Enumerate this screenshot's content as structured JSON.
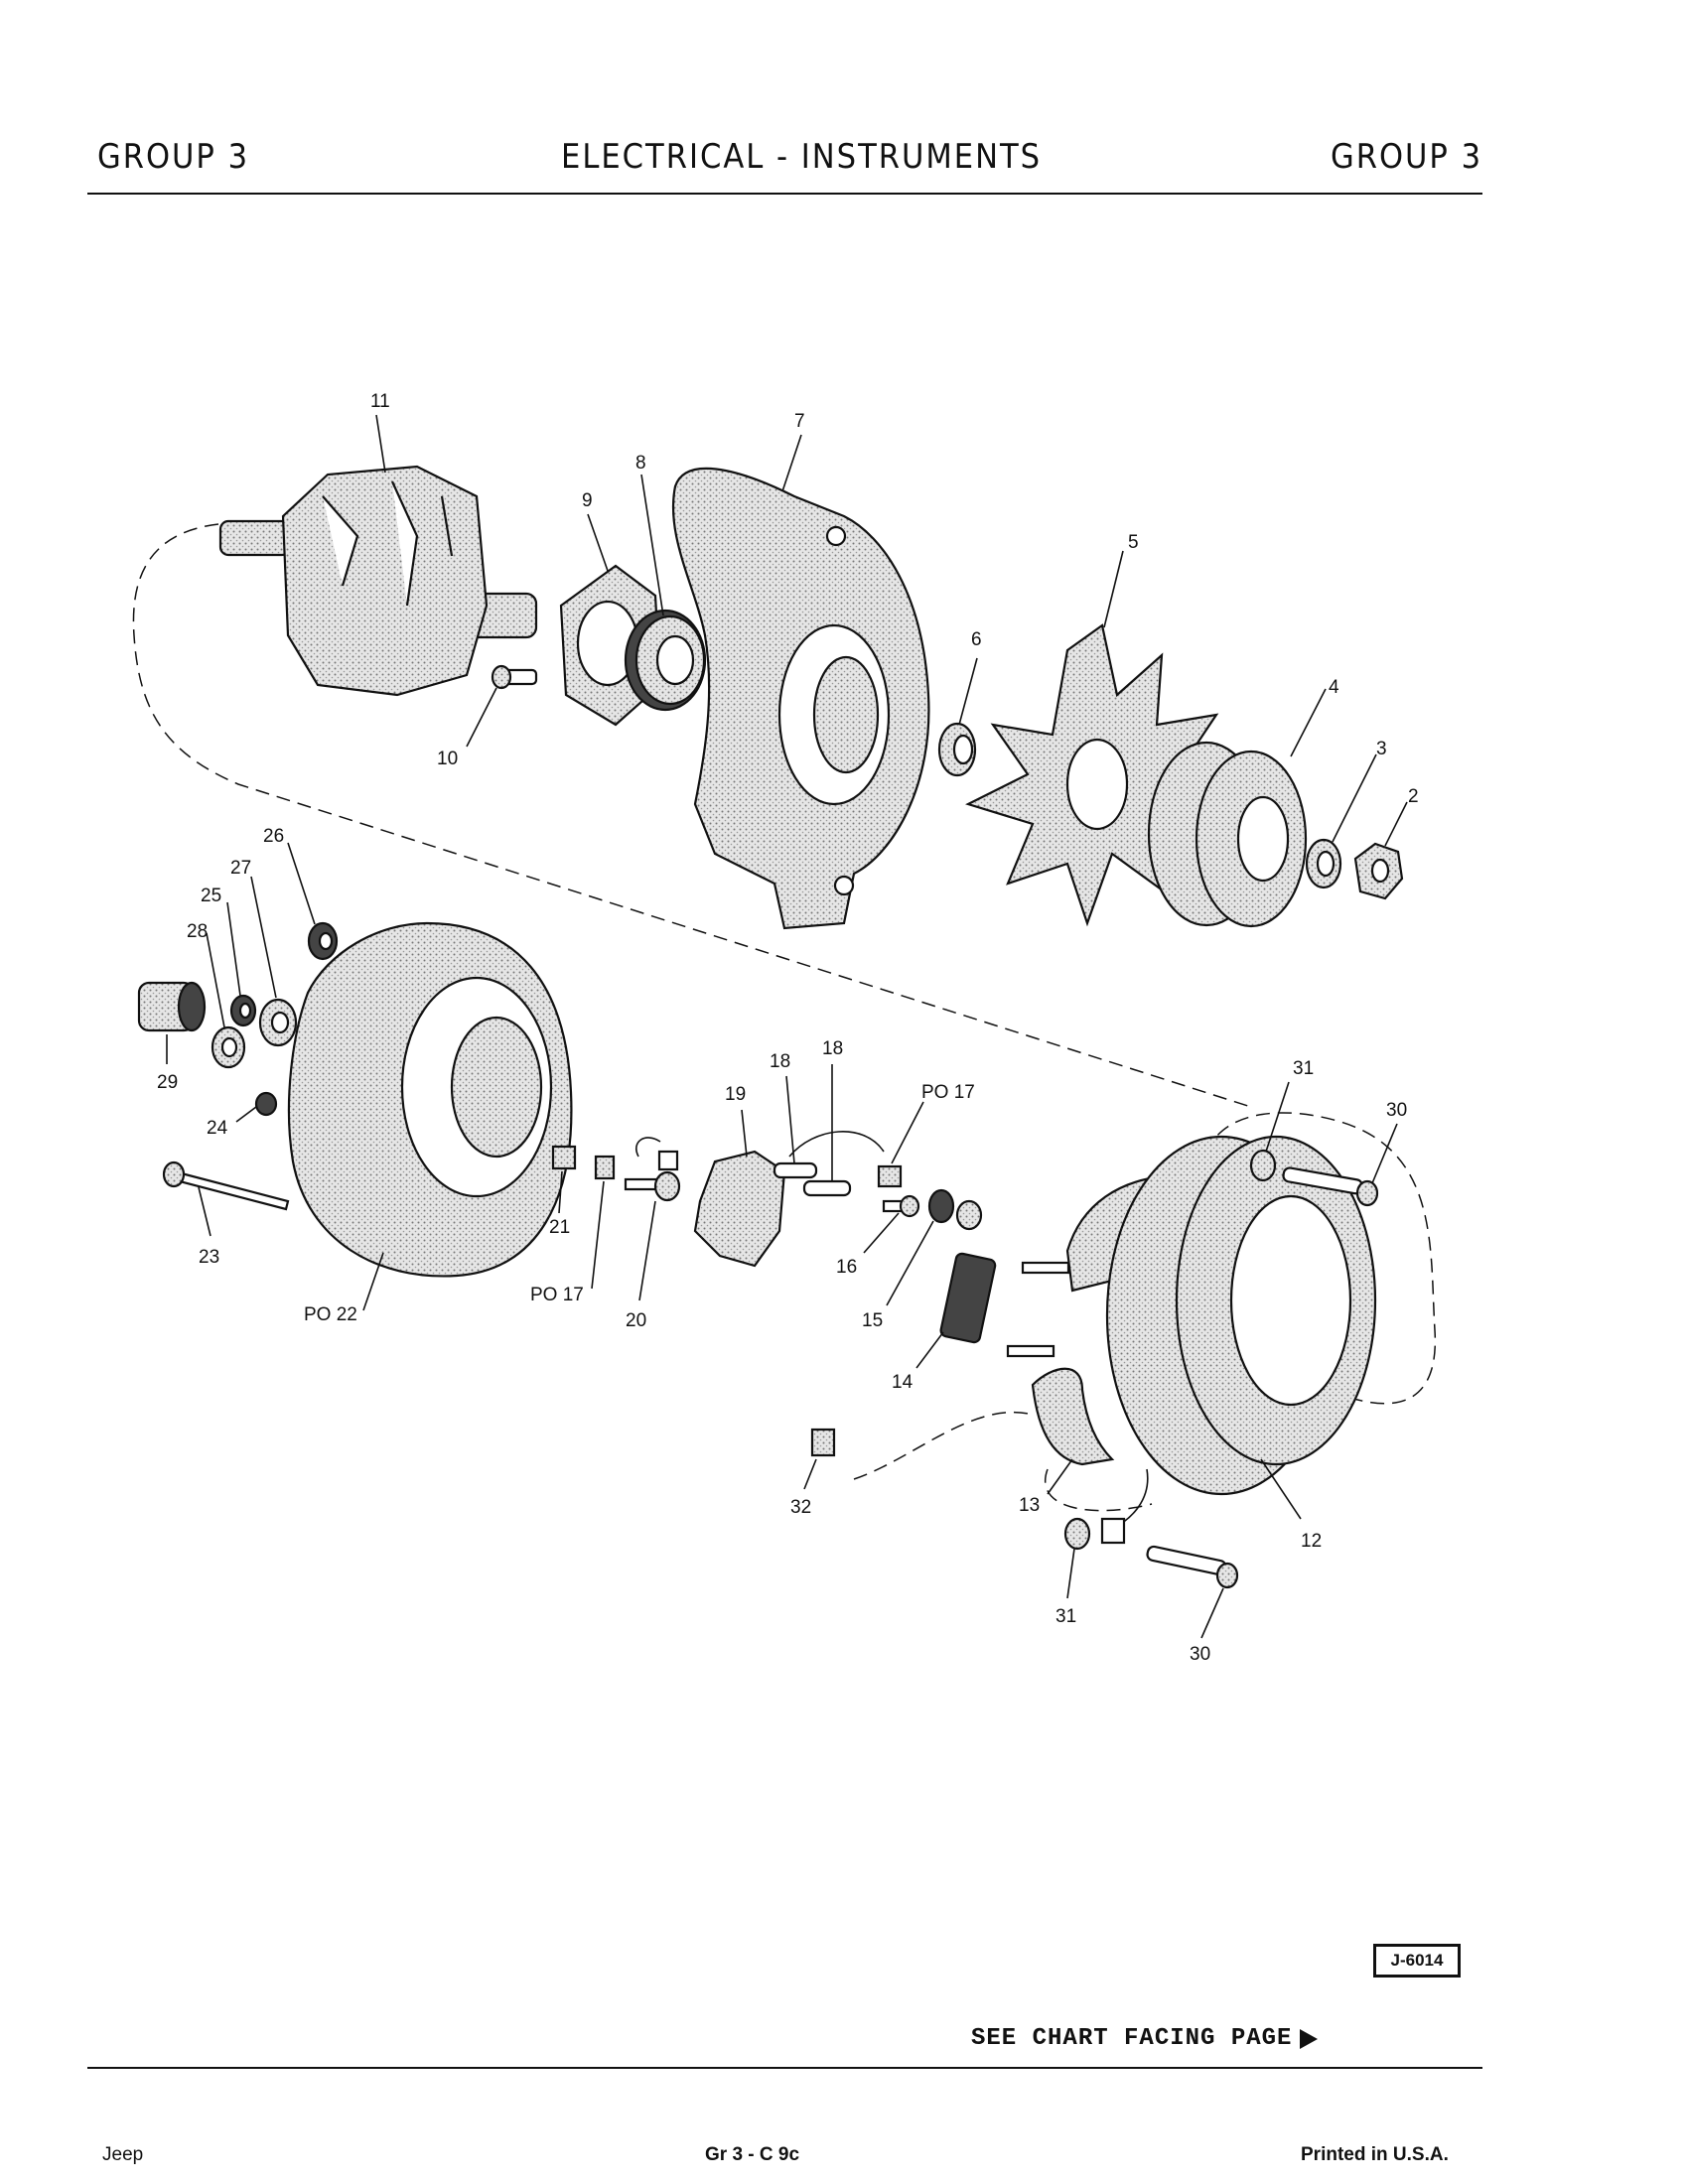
{
  "header": {
    "left": "GROUP 3",
    "center": "ELECTRICAL - INSTRUMENTS",
    "right": "GROUP 3"
  },
  "callouts": {
    "c2": "2",
    "c3": "3",
    "c4": "4",
    "c5": "5",
    "c6": "6",
    "c7": "7",
    "c8": "8",
    "c9": "9",
    "c10": "10",
    "c11": "11",
    "c12": "12",
    "c13": "13",
    "c14": "14",
    "c15": "15",
    "c16": "16",
    "c18a": "18",
    "c18b": "18",
    "c19": "19",
    "c20": "20",
    "c21": "21",
    "c23": "23",
    "c24": "24",
    "c25": "25",
    "c26": "26",
    "c27": "27",
    "c28": "28",
    "c29": "29",
    "c30a": "30",
    "c30b": "30",
    "c31a": "31",
    "c31b": "31",
    "c32": "32",
    "po17a": "PO 17",
    "po17b": "PO 17",
    "po22": "PO 22"
  },
  "figure_id": "J-6014",
  "see_chart": "SEE CHART FACING PAGE",
  "footer": {
    "left": "Jeep",
    "center": "Gr 3 - C 9c",
    "right": "Printed in U.S.A."
  }
}
